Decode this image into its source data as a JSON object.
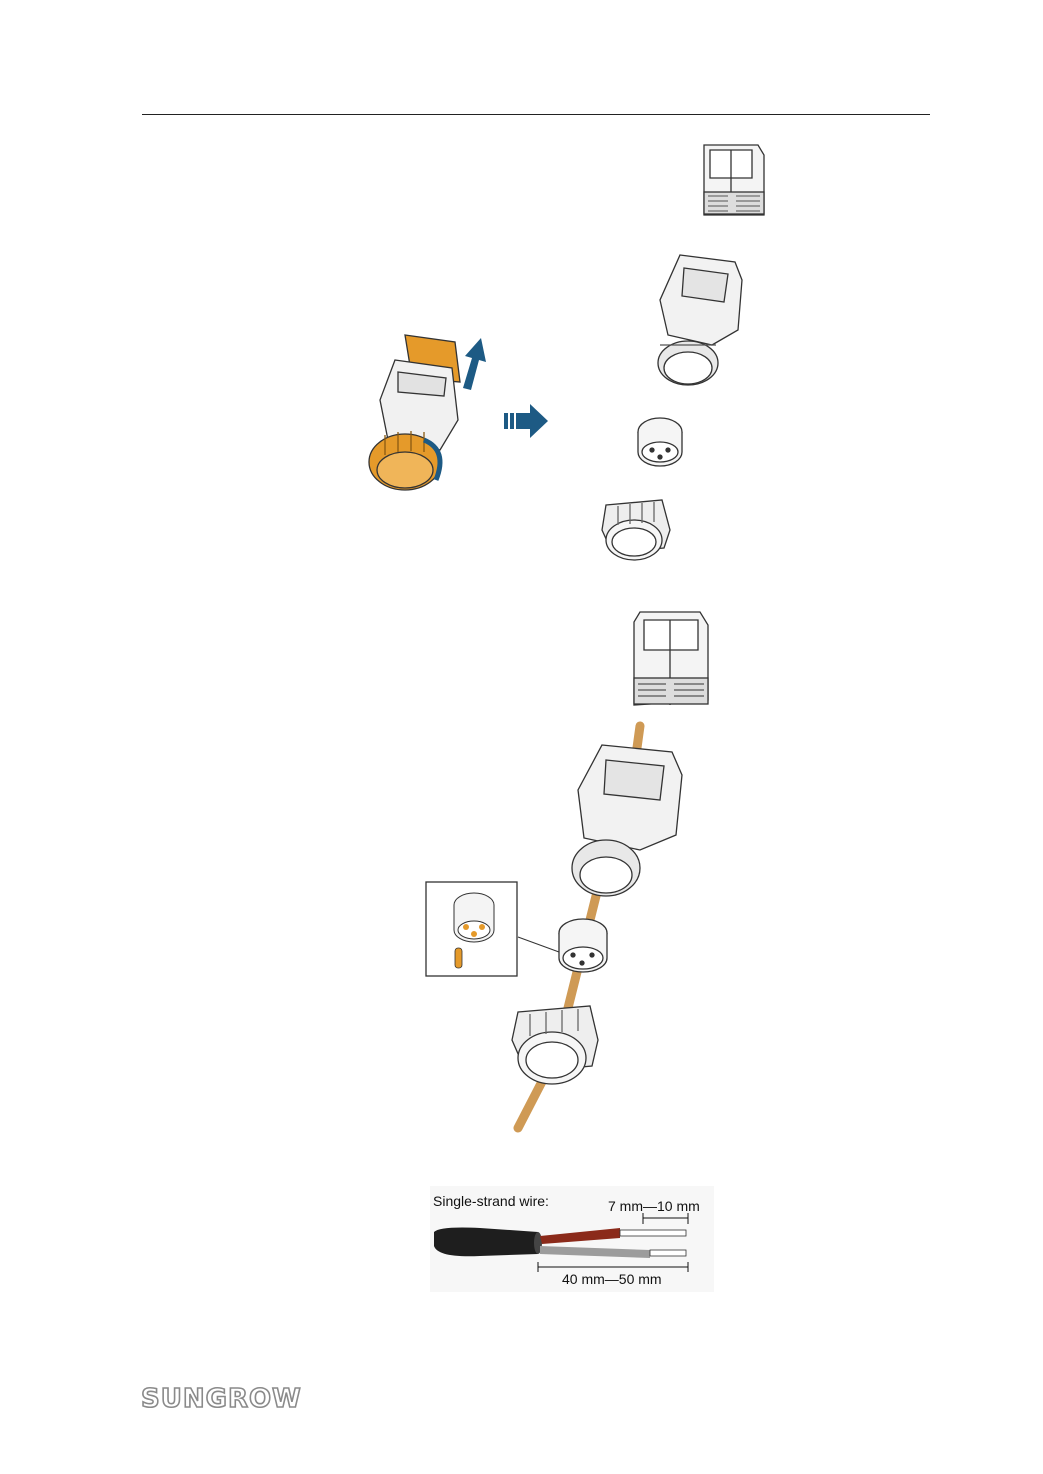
{
  "brand": {
    "name": "SUNGROW",
    "color": "#8a8a8a"
  },
  "figure_wire": {
    "caption": "Single-strand wire:",
    "dim_core": "7 mm—10 mm",
    "dim_jacket": "40 mm—50 mm"
  },
  "colors": {
    "orange": "#e59a2a",
    "arrow_blue": "#1d5a84",
    "wire_copper": "#cf9a55",
    "line": "#222222",
    "sheath_black": "#1e1e1e",
    "wire_red": "#8b2a1a",
    "wire_grey": "#9c9c9c"
  }
}
